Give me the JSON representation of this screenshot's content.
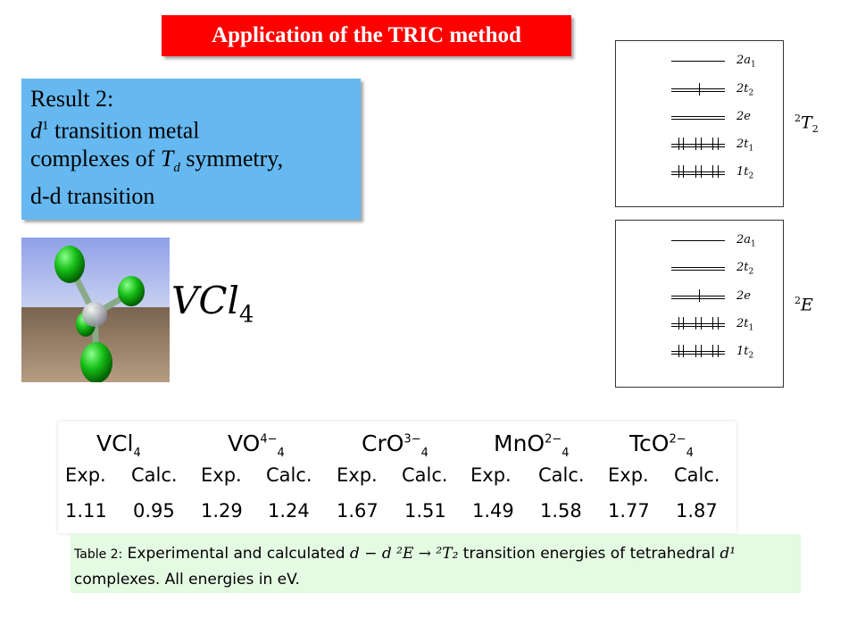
{
  "slide": {
    "title": "Application of the TRIC method",
    "result_heading": "Result 2:",
    "result_line1_d": "d",
    "result_line1_sup": "1",
    "result_line1_rest": " transition metal",
    "result_line2_pre": "complexes of ",
    "result_line2_T": "T",
    "result_line2_sub": "d",
    "result_line2_post": " symmetry,",
    "result_line3": "d-d transition",
    "molecule_label_main": "VCl",
    "molecule_label_sub": "4"
  },
  "diagrams": [
    {
      "state_sup": "2",
      "state_sym": "T",
      "state_sub": "2",
      "levels": [
        {
          "name": "2a",
          "sub": "1"
        },
        {
          "name": "2t",
          "sub": "2"
        },
        {
          "name": "2e",
          "sub": ""
        },
        {
          "name": "2t",
          "sub": "1"
        },
        {
          "name": "1t",
          "sub": "2"
        }
      ]
    },
    {
      "state_sup": "2",
      "state_sym": "E",
      "state_sub": "",
      "levels": [
        {
          "name": "2a",
          "sub": "1"
        },
        {
          "name": "2t",
          "sub": "2"
        },
        {
          "name": "2e",
          "sub": ""
        },
        {
          "name": "2t",
          "sub": "1"
        },
        {
          "name": "1t",
          "sub": "2"
        }
      ]
    }
  ],
  "table": {
    "headers": [
      {
        "base": "VCl",
        "sub": "4",
        "sup": ""
      },
      {
        "base": "VO",
        "sub": "4",
        "sup": "4−"
      },
      {
        "base": "CrO",
        "sub": "4",
        "sup": "3−"
      },
      {
        "base": "MnO",
        "sub": "4",
        "sup": "2−"
      },
      {
        "base": "TcO",
        "sub": "4",
        "sup": "2−"
      }
    ],
    "subheaders": [
      "Exp.",
      "Calc.",
      "Exp.",
      "Calc.",
      "Exp.",
      "Calc.",
      "Exp.",
      "Calc.",
      "Exp.",
      "Calc."
    ],
    "values": [
      "1.11",
      "0.95",
      "1.29",
      "1.24",
      "1.67",
      "1.51",
      "1.49",
      "1.58",
      "1.77",
      "1.87"
    ]
  },
  "caption": {
    "label": "Table 2:",
    "text1": " Experimental and calculated ",
    "math": "d − d ²E → ²T₂",
    "text2": " transition energies of tetrahedral ",
    "math2": "d¹",
    "line2": "complexes. All energies in eV."
  }
}
